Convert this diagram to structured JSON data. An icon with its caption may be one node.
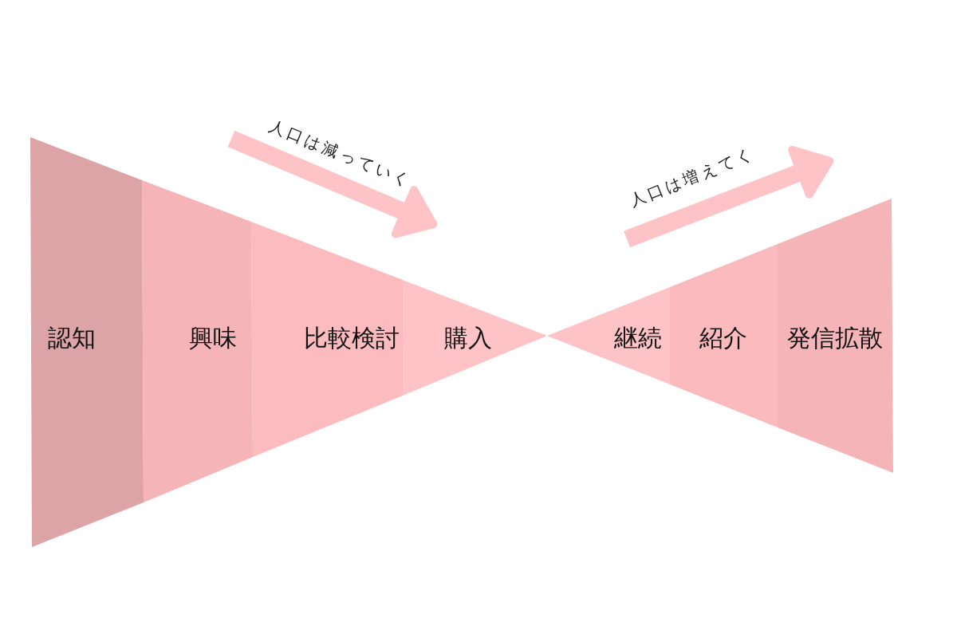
{
  "diagram": {
    "nodes": [
      {
        "text": [
          "認知"
        ]
      },
      {
        "text": [
          "興味"
        ]
      },
      {
        "text": [
          "比較検討"
        ]
      },
      {
        "text": [
          "購入"
        ]
      },
      {
        "text": [
          "継続"
        ]
      },
      {
        "text": [
          "紹介"
        ]
      },
      {
        "text": [
          "発信拡散"
        ]
      }
    ],
    "labels": [
      "人口は減っていく",
      "人口は増えてく"
    ]
  }
}
